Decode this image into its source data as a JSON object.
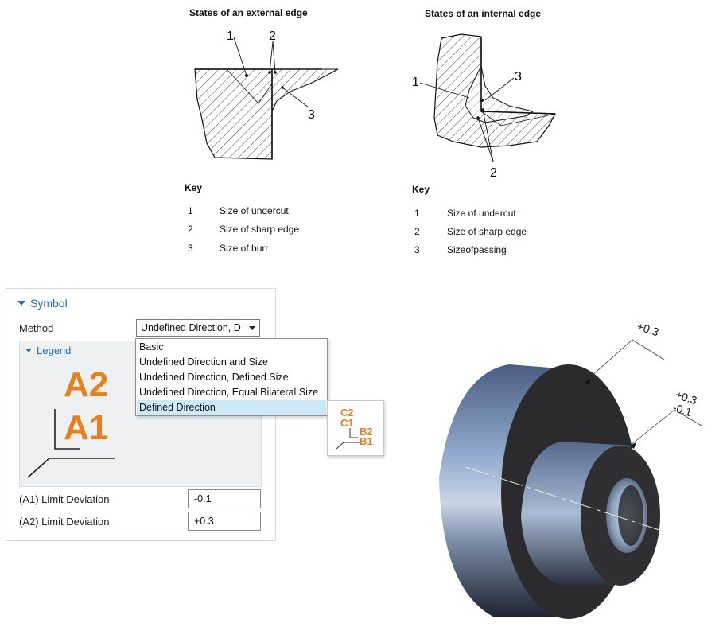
{
  "external_edge": {
    "title": "States of an external edge",
    "callouts": [
      "1",
      "2",
      "3"
    ],
    "key_title": "Key",
    "key": [
      {
        "num": "1",
        "text": "Size of undercut"
      },
      {
        "num": "2",
        "text": "Size of sharp edge"
      },
      {
        "num": "3",
        "text": "Size of burr"
      }
    ]
  },
  "internal_edge": {
    "title": "States of an internal edge",
    "callouts": [
      "1",
      "3",
      "2"
    ],
    "key_title": "Key",
    "key": [
      {
        "num": "1",
        "text": "Size of undercut"
      },
      {
        "num": "2",
        "text": "Size of sharp edge"
      },
      {
        "num": "3",
        "text": "Sizeofpassing"
      }
    ]
  },
  "symbol_panel": {
    "section_title": "Symbol",
    "method_label": "Method",
    "method_value": "Undefined Direction, D",
    "legend_title": "Legend",
    "legend_top": "A2",
    "legend_bottom": "A1",
    "dropdown_options": [
      "Basic",
      "Undefined Direction and Size",
      "Undefined Direction, Defined Size",
      "Undefined Direction, Equal Bilateral Size",
      "Defined Direction"
    ],
    "selected_option": "Defined Direction",
    "preview": {
      "c2": "C2",
      "c1": "C1",
      "b2": "B2",
      "b1": "B1"
    },
    "a1_label": "(A1) Limit Deviation",
    "a1_value": "-0.1",
    "a2_label": "(A2) Limit Deviation",
    "a2_value": "+0.3"
  },
  "model": {
    "top_annotation": "+0.3",
    "right_upper": "+0.3",
    "right_lower": "-0.1"
  },
  "colors": {
    "accent_orange": "#e8801e",
    "link_blue": "#1f6fb5",
    "selection": "#cde8f7"
  }
}
